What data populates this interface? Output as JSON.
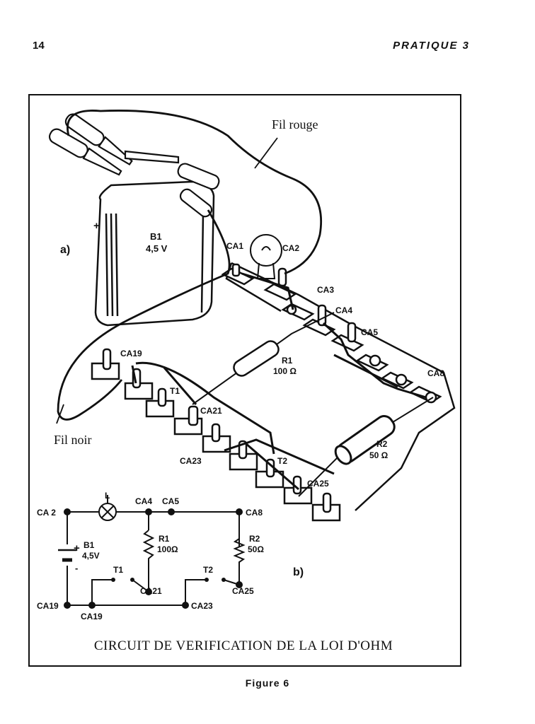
{
  "header": {
    "page_number": "14",
    "running_title": "PRATIQUE 3"
  },
  "figure": {
    "caption": "Figure 6",
    "title": "CIRCUIT DE VERIFICATION DE LA LOI D'OHM",
    "part_a_label": "a)",
    "part_b_label": "b)",
    "wires": {
      "red": "Fil rouge",
      "black": "Fil noir"
    },
    "battery": {
      "name": "B1",
      "voltage": "4,5 V",
      "plus": "+"
    },
    "resistors": {
      "r1": {
        "name": "R1",
        "value": "100 Ω"
      },
      "r2": {
        "name": "R2",
        "value": "50 Ω"
      }
    },
    "switches": {
      "t1": "T1",
      "t2": "T2"
    },
    "terminals": {
      "ca1": "CA1",
      "ca2": "CA2",
      "ca3": "CA3",
      "ca4": "CA4",
      "ca5": "CA5",
      "ca8": "CA8",
      "ca19": "CA19",
      "ca21": "CA21",
      "ca23": "CA23",
      "ca25": "CA25"
    },
    "schematic": {
      "ca2": "CA 2",
      "lamp": "L",
      "ca4": "CA4",
      "ca5": "CA5",
      "ca8": "CA8",
      "battery_plus": "+",
      "battery_name": "B1",
      "battery_voltage": "4,5V",
      "battery_minus": "-",
      "r1_name": "R1",
      "r1_value": "100Ω",
      "r2_name": "R2",
      "r2_value": "50Ω",
      "t1": "T1",
      "t2": "T2",
      "ca21": "CA21",
      "ca25": "CA25",
      "ca19_left": "CA19",
      "ca19_bottom": "CA19",
      "ca23": "CA23"
    }
  }
}
